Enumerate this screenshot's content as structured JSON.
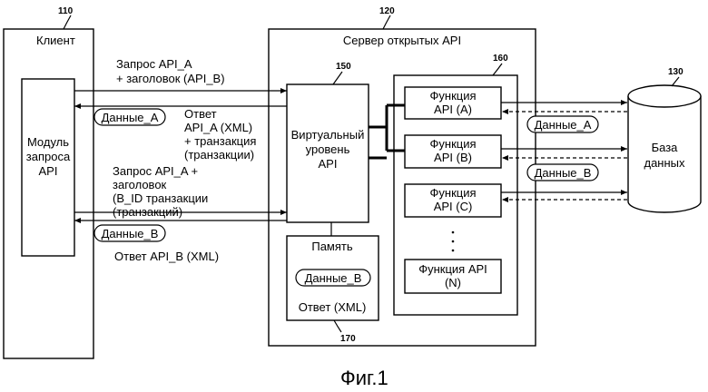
{
  "refs": {
    "client": "110",
    "server": "120",
    "database": "130",
    "virtual_layer": "150",
    "functions_group": "160",
    "memory": "170"
  },
  "client": {
    "title": "Клиент",
    "module_lines": [
      "Модуль",
      "запроса",
      "API"
    ]
  },
  "server": {
    "title": "Сервер открытых API",
    "virtual_layer_lines": [
      "Виртуальный",
      "уровень",
      "API"
    ]
  },
  "memory": {
    "title": "Память",
    "data_pill": "Данные_B",
    "response": "Ответ (XML)"
  },
  "functions": [
    {
      "lines": [
        "Функция",
        "API (A)"
      ]
    },
    {
      "lines": [
        "Функция",
        "API (B)"
      ]
    },
    {
      "lines": [
        "Функция",
        "API (C)"
      ]
    },
    {
      "lines": [
        "Функция API",
        "(N)"
      ]
    }
  ],
  "database": {
    "lines": [
      "База",
      "данных"
    ]
  },
  "messages": {
    "request_a_lines": [
      "Запрос API_A",
      "+ заголовок (API_B)"
    ],
    "response_a_lines": [
      "Ответ",
      "API_A (XML)",
      "+ транзакция",
      "(транзакции)"
    ],
    "request_ab_lines": [
      "Запрос API_A +",
      "заголовок",
      "(B_ID транзакции",
      "(транзакций)"
    ],
    "response_b": "Ответ API_B (XML)"
  },
  "pills": {
    "client_a": "Данные_A",
    "client_b": "Данные_B",
    "db_a": "Данные_A",
    "db_b": "Данные_B"
  },
  "caption": "Фиг.1"
}
